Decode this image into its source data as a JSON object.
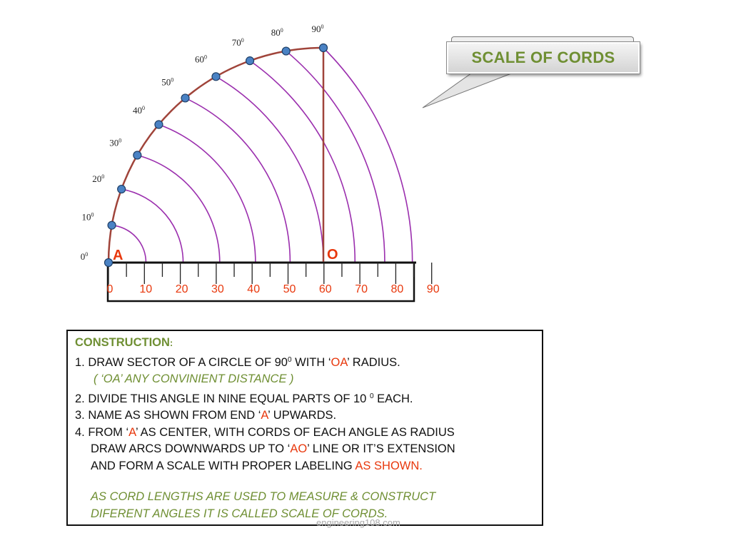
{
  "diagram": {
    "angle_labels": [
      "0",
      "10",
      "20",
      "30",
      "40",
      "50",
      "60",
      "70",
      "80",
      "90"
    ],
    "degree_mark": "0",
    "scale_labels": [
      "0",
      "10",
      "20",
      "30",
      "40",
      "50",
      "60",
      "70",
      "80",
      "90"
    ],
    "point_a": "A",
    "point_o": "O"
  },
  "callout": {
    "title": "SCALE OF CORDS"
  },
  "construction": {
    "heading": "CONSTRUCTION",
    "heading_colon": ":",
    "step1_a": "1. DRAW SECTOR OF A CIRCLE OF 90",
    "step1_sup": "0",
    "step1_b": " WITH ‘",
    "step1_oa": "OA",
    "step1_c": "’ RADIUS.",
    "step1_note": "( ‘OA’ ANY CONVINIENT DISTANCE )",
    "step2_a": "2. DIVIDE THIS ANGLE IN NINE EQUAL PARTS OF 10 ",
    "step2_sup": "0",
    "step2_b": " EACH.",
    "step3_a": "3. NAME AS SHOWN FROM END ‘",
    "step3_a_letter": "A",
    "step3_b": "’ UPWARDS.",
    "step4_a": "4. FROM ‘",
    "step4_a_letter": "A",
    "step4_b": "’ AS CENTER, WITH CORDS OF EACH ANGLE AS RADIUS",
    "step4_line2_a": "DRAW ARCS DOWNWARDS UP TO ‘",
    "step4_ao": "AO",
    "step4_line2_b": "’ LINE OR IT’S EXTENSION",
    "step4_line3_a": "AND FORM A SCALE WITH PROPER LABELING ",
    "step4_line3_b": "AS SHOWN.",
    "note_line1": "AS CORD LENGTHS ARE USED TO MEASURE & CONSTRUCT",
    "note_line2": "DIFERENT ANGLES IT IS CALLED SCALE OF CORDS."
  },
  "watermark": "engineering108.com",
  "colors": {
    "outer_arc": "#a0443a",
    "arcs": "#9b2fae",
    "points": "#4a82c4",
    "red_text": "#e8380d",
    "green_text": "#6f8f33"
  }
}
